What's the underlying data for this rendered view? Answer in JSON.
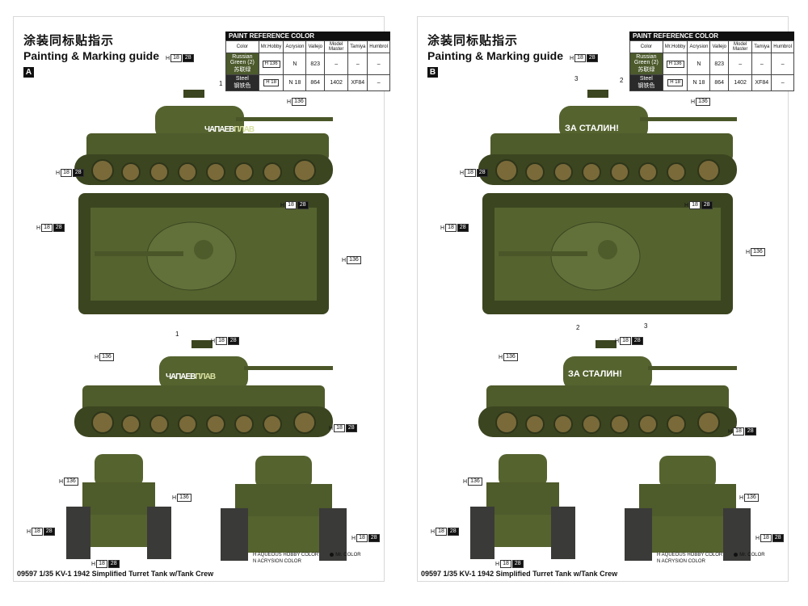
{
  "heading": {
    "title_cn": "涂装同标贴指示",
    "title_en": "Painting & Marking guide"
  },
  "variants": [
    {
      "letter": "A",
      "turret_slogan": "ЧАПАЕВ",
      "turret_slogan_b": "ПЛАВ",
      "callout_nums": [
        "1",
        "1"
      ]
    },
    {
      "letter": "B",
      "turret_slogan": "ЗА СТАЛИН!",
      "turret_slogan_b": "",
      "callout_nums": [
        "3",
        "2",
        "2",
        "3"
      ]
    }
  ],
  "paint_table": {
    "caption": "PAINT  REFERENCE COLOR",
    "headers": [
      "Color",
      "Mr.Hobby",
      "Acrysion",
      "Vallejo",
      "Model Master",
      "Tamiya",
      "Humbrol"
    ],
    "rows": [
      {
        "color_en": "Russian Green (2)",
        "color_cn": "苏联绿",
        "mrhobby": "H 136",
        "acrysion": "N",
        "vallejo": "823",
        "model_master": "–",
        "tamiya": "–",
        "humbrol": "–"
      },
      {
        "color_en": "Steel",
        "color_cn": "钢铁色",
        "mrhobby": "H 18",
        "acrysion": "N 18",
        "vallejo": "864",
        "model_master": "1402",
        "tamiya": "XF84",
        "humbrol": "–"
      }
    ]
  },
  "callouts": {
    "green": "136",
    "steel": "28",
    "steel_alt": "18",
    "h": "H"
  },
  "legend": {
    "line1": "H  AQUEOUS HOBBY COLOR",
    "line1_b": "Mr. COLOR",
    "line2": "N  ACRYSION COLOR"
  },
  "footer": "09597 1/35 KV-1 1942 Simplified Turret Tank w/Tank Crew",
  "colors": {
    "tank_green": "#55632f",
    "tank_dark": "#3b4520",
    "tank_light": "#6b7a3c",
    "wheel": "#7a6a3a",
    "steel": "#3a3a38"
  }
}
